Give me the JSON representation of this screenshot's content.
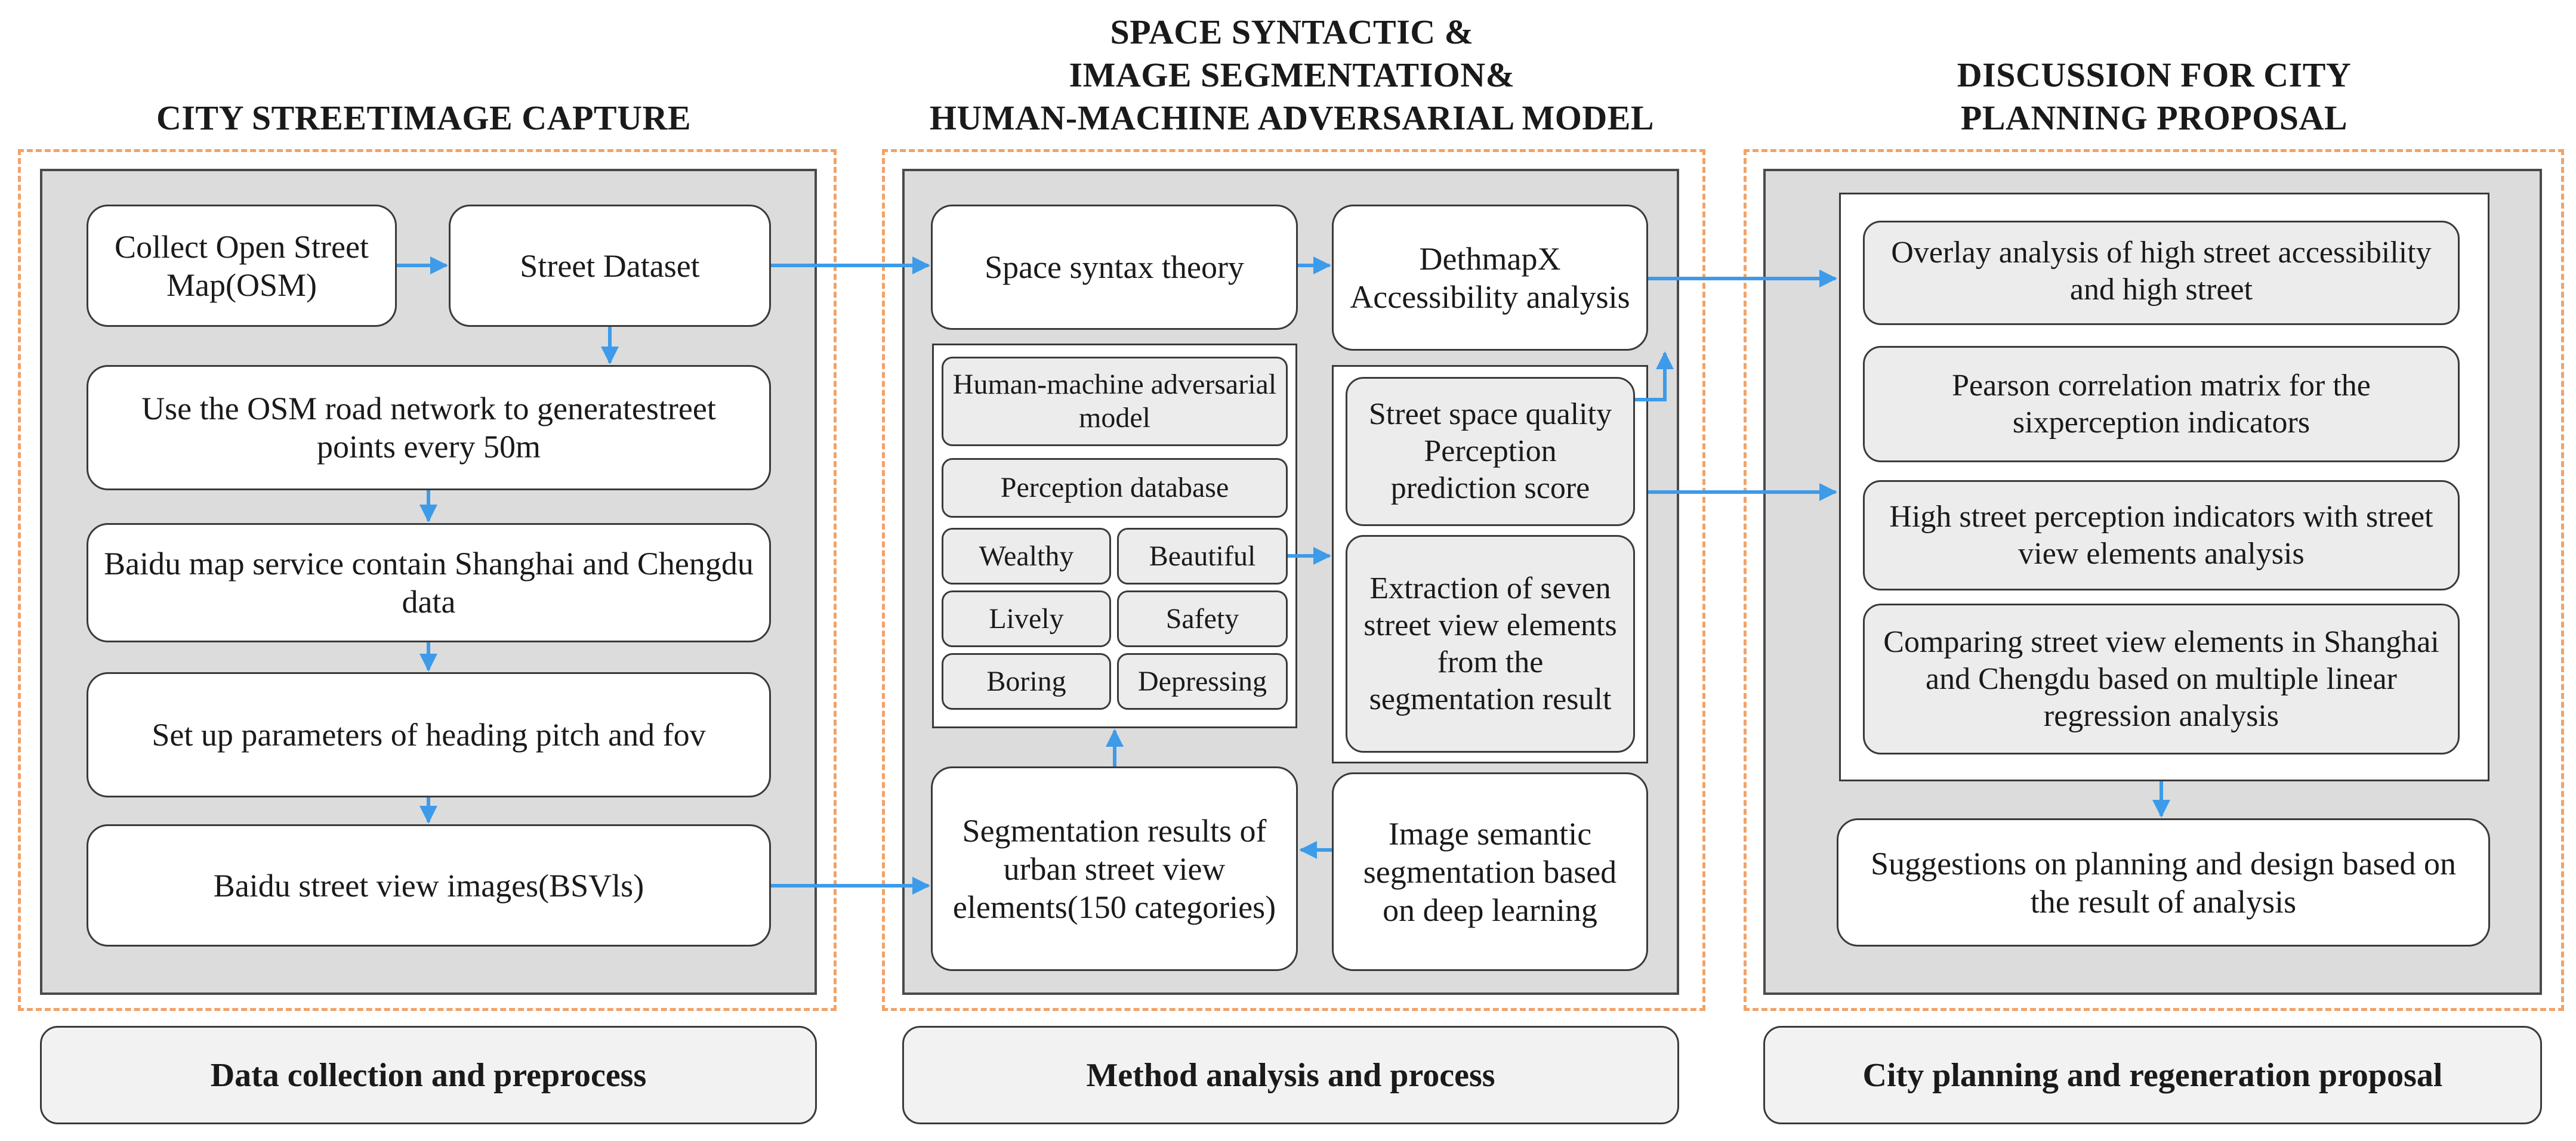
{
  "sections": {
    "left_title": "CITY STREETIMAGE CAPTURE",
    "middle_title": [
      "SPACE SYNTACTIC &",
      "IMAGE SEGMENTATION&",
      "HUMAN-MACHINE ADVERSARIAL MODEL"
    ],
    "right_title": [
      "DISCUSSION FOR CITY",
      "PLANNING PROPOSAL"
    ]
  },
  "left": {
    "collect_osm": "Collect Open Street Map(OSM)",
    "street_dataset": "Street Dataset",
    "osm_points": "Use the OSM road network to generatestreet points every 50m",
    "baidu_service": "Baidu map service contain Shanghai and Chengdu data",
    "parameters": "Set up parameters of heading pitch and fov",
    "bsvi": "Baidu street view images(BSVls)"
  },
  "middle": {
    "space_syntax": "Space syntax theory",
    "depthmap": "DethmapX Accessibility analysis",
    "hm_model": "Human-machine adversarial model",
    "perception_db": "Perception database",
    "indicators": [
      "Wealthy",
      "Beautiful",
      "Lively",
      "Safety",
      "Boring",
      "Depressing"
    ],
    "quality_score": "Street space quality Perception prediction score",
    "extraction": "Extraction of seven street view elements from the segmentation result",
    "seg_results": "Segmentation results of urban street view elements(150 categories)",
    "semantic_seg": "Image semantic segmentation based on deep learning"
  },
  "right": {
    "overlay": "Overlay analysis of high street accessibility and high street",
    "pearson": "Pearson correlation matrix for the sixperception indicators",
    "high_perception": "High street perception indicators with street view elements analysis",
    "comparing": "Comparing street view elements in Shanghai and Chengdu based on multiple linear regression analysis",
    "suggestions": "Suggestions on planning and design based on the result of analysis"
  },
  "footers": {
    "left": "Data collection and preprocess",
    "middle": "Method analysis and process",
    "right": "City planning and regeneration proposal"
  },
  "colors": {
    "arrow": "#3d9be9",
    "dash": "#f0a36a",
    "panel": "#dcdcdc"
  }
}
